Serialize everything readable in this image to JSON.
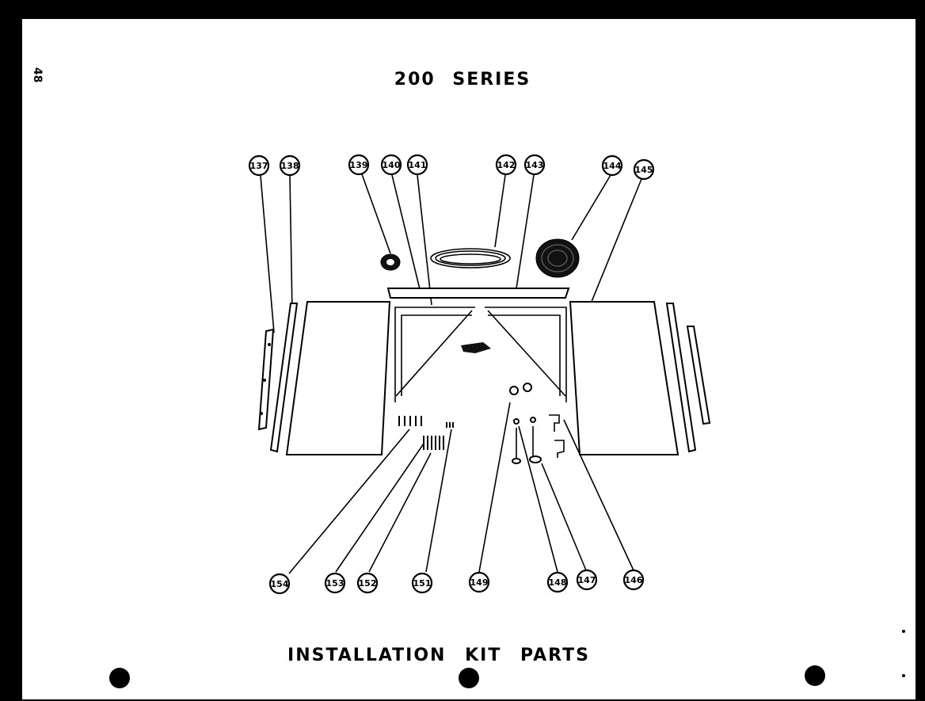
{
  "page_number": "48",
  "series_title": "200 SERIES",
  "kit_title": "INSTALLATION KIT PARTS",
  "callouts": {
    "c137": "137",
    "c138": "138",
    "c139": "139",
    "c140": "140",
    "c141": "141",
    "c142": "142",
    "c143": "143",
    "c144": "144",
    "c145": "145",
    "c146": "146",
    "c147": "147",
    "c148": "148",
    "c149": "149",
    "c151": "151",
    "c152": "152",
    "c153": "153",
    "c154": "154"
  },
  "colors": {
    "paper": "#ffffff",
    "ink": "#000000",
    "background": "#000000"
  }
}
